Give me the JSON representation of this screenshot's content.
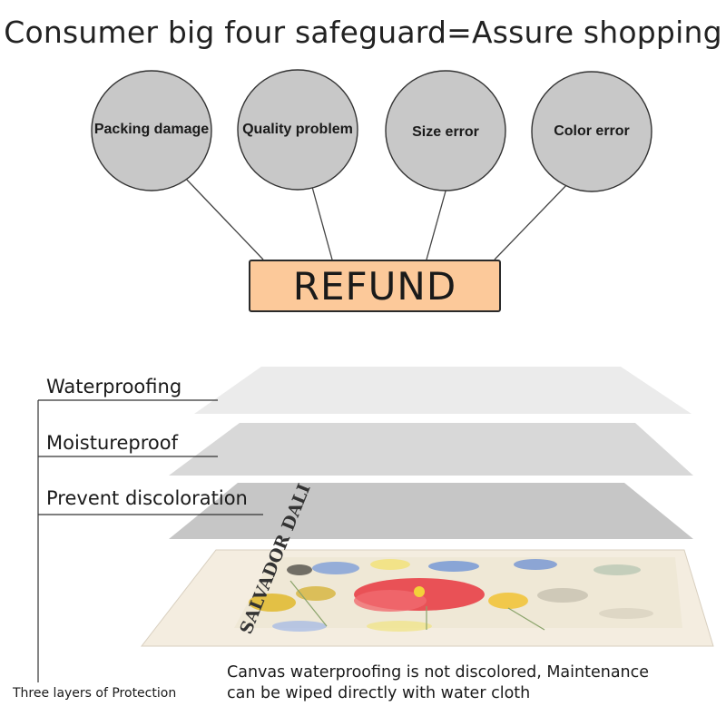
{
  "title": "Consumer big four safeguard=Assure shopping",
  "circles": [
    {
      "label": "Packing damage"
    },
    {
      "label": "Quality problem"
    },
    {
      "label": "Size error"
    },
    {
      "label": "Color error"
    }
  ],
  "refund_label": "REFUND",
  "layers": [
    {
      "label": "Waterproofing"
    },
    {
      "label": "Moistureproof"
    },
    {
      "label": "Prevent discoloration"
    }
  ],
  "poster_text": "SALVADOR DALI",
  "three_layers_label": "Three layers of Protection",
  "caption": {
    "line1": "Canvas waterproofing is not discolored, Maintenance",
    "line2": "can be wiped directly with water cloth"
  },
  "colors": {
    "circle_fill": "#c8c8c8",
    "refund_fill": "#fcc99a",
    "layer_top": "#ebebeb",
    "layer_mid": "#d8d8d8",
    "layer_bottom": "#c6c6c6"
  }
}
